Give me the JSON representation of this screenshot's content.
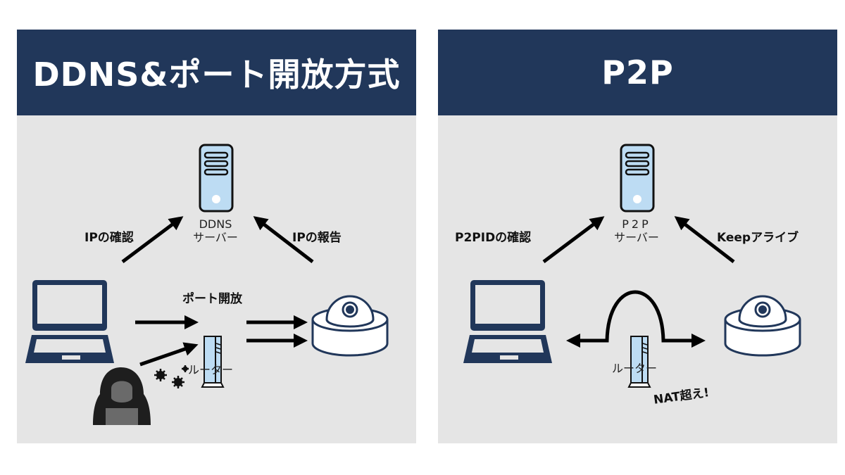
{
  "left_panel": {
    "title": "DDNS&ポート開放方式",
    "server_label_line1": "DDNS",
    "server_label_line2": "サーバー",
    "arrow_left_label": "IPの確認",
    "arrow_right_label": "IPの報告",
    "router_top_label": "ポート開放",
    "router_label": "ルーター",
    "icons": [
      "server-icon",
      "laptop-icon",
      "router-icon",
      "dome-camera-icon",
      "hacker-icon",
      "gear-icon"
    ]
  },
  "right_panel": {
    "title": "P2P",
    "server_label_line1": "P2P",
    "server_label_line2": "サーバー",
    "arrow_left_label": "P2PIDの確認",
    "arrow_right_label": "Keepアライブ",
    "router_label": "ルーター",
    "nat_label": "NAT超え!",
    "icons": [
      "server-icon",
      "laptop-icon",
      "router-icon",
      "dome-camera-icon"
    ]
  },
  "colors": {
    "header_bg": "#21375a",
    "panel_bg": "#e5e5e5",
    "icon_navy": "#21375a",
    "server_fill": "#bddcf3",
    "arrow": "#000000"
  }
}
